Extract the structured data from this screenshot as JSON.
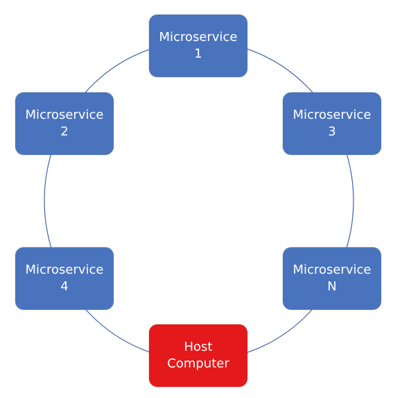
{
  "colors": {
    "service_fill": "#4a73bd",
    "host_fill": "#e3191c",
    "ring_stroke": "#3f63a8"
  },
  "nodes": [
    {
      "id": "node-1",
      "line1": "Microservice",
      "line2": "1",
      "kind": "service"
    },
    {
      "id": "node-3",
      "line1": "Microservice",
      "line2": "3",
      "kind": "service"
    },
    {
      "id": "node-n",
      "line1": "Microservice",
      "line2": "N",
      "kind": "service"
    },
    {
      "id": "node-host",
      "line1": "Host",
      "line2": "Computer",
      "kind": "host"
    },
    {
      "id": "node-4",
      "line1": "Microservice",
      "line2": "4",
      "kind": "service"
    },
    {
      "id": "node-2",
      "line1": "Microservice",
      "line2": "2",
      "kind": "service"
    }
  ]
}
